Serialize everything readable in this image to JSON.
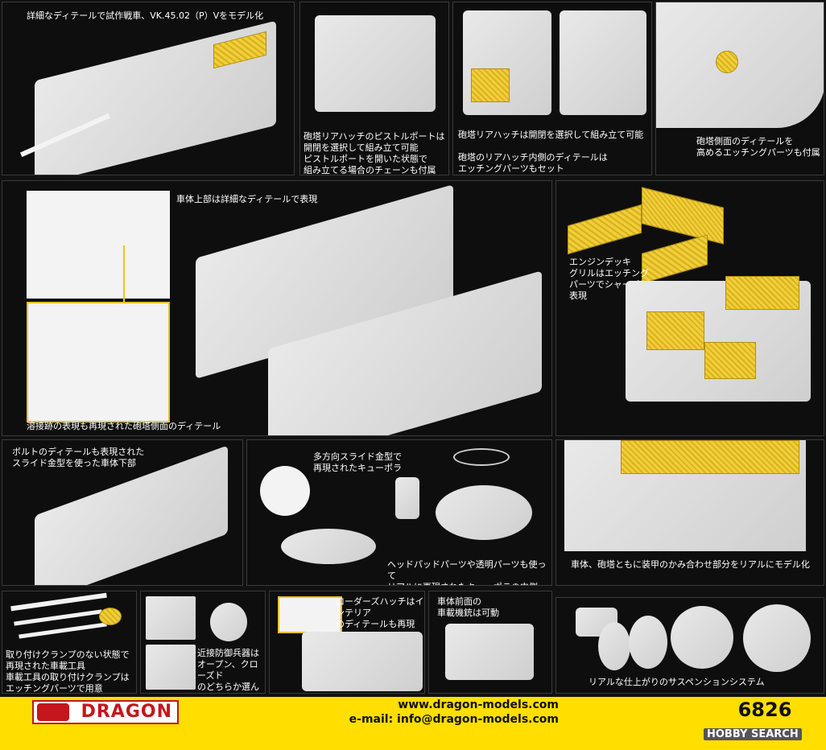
{
  "captions": {
    "p1": "詳細なディテールで試作戦車、VK.45.02（P）Vをモデル化",
    "p2": "砲塔リアハッチのピストルポートは\n開閉を選択して組み立て可能\nピストルポートを開いた状態で\n組み立てる場合のチェーンも付属",
    "p3a": "砲塔リアハッチは開閉を選択して組み立て可能",
    "p3b": "砲塔のリアハッチ内側のディテールは\nエッチングパーツもセット",
    "p4": "砲塔側面のディテールを\n高めるエッチングパーツも付属",
    "p5a": "車体上部は詳細なディテールで表現",
    "p5b": "溶接跡の表現も再現された砲塔側面のディテール",
    "p6": "エンジンデッキ\nグリルはエッチング\nパーツでシャープに\n表現",
    "p7": "ボルトのディテールも表現された\nスライド金型を使った車体下部",
    "p8a": "多方向スライド金型で\n再現されたキューポラ",
    "p8b": "ヘッドパッドパーツや透明パーツも使って\nリアルに再現されたキューポラの内側",
    "p9": "車体、砲塔ともに装甲のかみ合わせ部分をリアルにモデル化",
    "p10": "取り付けクランプのない状態で\n再現された車載工具\n車載工具の取り付けクランプは\nエッチングパーツで用意",
    "p11": "近接防御兵器は\nオープン、クローズド\nのどちらか選んで\n組み立て可能",
    "p12": "ローダーズハッチはインテリア\nのディテールも再現",
    "p13": "車体前面の\n車載機銃は可動",
    "p14": "リアルな仕上がりのサスペンションシステム"
  },
  "footer": {
    "brand": "DRAGON",
    "website": "www.dragon-models.com",
    "email": "e-mail: info@dragon-models.com",
    "product_number": "6826",
    "watermark": "HOBBY SEARCH"
  },
  "colors": {
    "accent_yellow": "#ffde00",
    "brand_red": "#c4161c",
    "etch_gold": "#e8c12c"
  }
}
